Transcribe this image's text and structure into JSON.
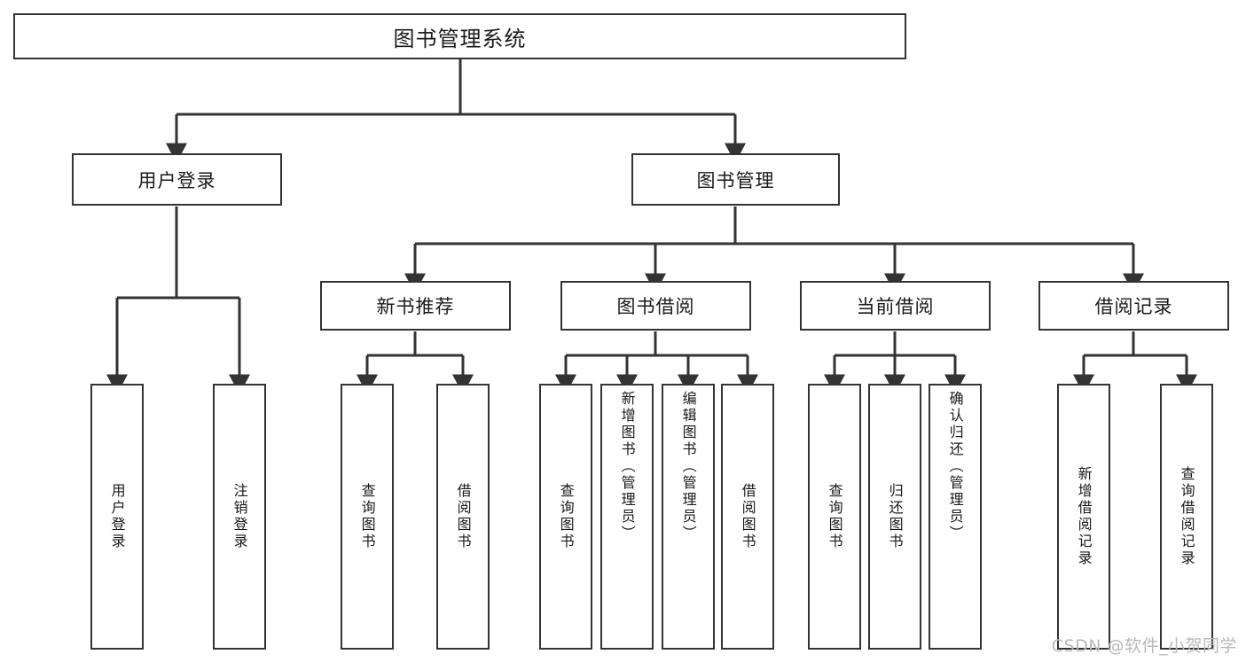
{
  "diagram": {
    "type": "tree-hierarchy-chart",
    "title": "图书管理系统",
    "colors": {
      "box_border": "#333333",
      "box_fill": "#ffffff",
      "connector": "#333333",
      "text": "#1a1a1a",
      "watermark": "#b9b9b9",
      "canvas": "#ffffff"
    },
    "root": {
      "label": "图书管理系统"
    },
    "level1": [
      {
        "label": "用户登录"
      },
      {
        "label": "图书管理"
      }
    ],
    "level2": [
      {
        "label": "新书推荐"
      },
      {
        "label": "图书借阅"
      },
      {
        "label": "当前借阅"
      },
      {
        "label": "借阅记录"
      }
    ],
    "leaves": {
      "user_login": [
        {
          "label": "用户登录"
        },
        {
          "label": "注销登录"
        }
      ],
      "new_book_recommend": [
        {
          "label": "查询图书"
        },
        {
          "label": "借阅图书"
        }
      ],
      "book_borrow": [
        {
          "label": "查询图书"
        },
        {
          "label": "新增图书（管理员）"
        },
        {
          "label": "编辑图书（管理员）"
        },
        {
          "label": "借阅图书"
        }
      ],
      "current_borrow": [
        {
          "label": "查询图书"
        },
        {
          "label": "归还图书"
        },
        {
          "label": "确认归还（管理员）"
        }
      ],
      "borrow_record": [
        {
          "label": "新增借阅记录"
        },
        {
          "label": "查询借阅记录"
        }
      ]
    },
    "watermark": "CSDN @软件_小贺同学"
  }
}
